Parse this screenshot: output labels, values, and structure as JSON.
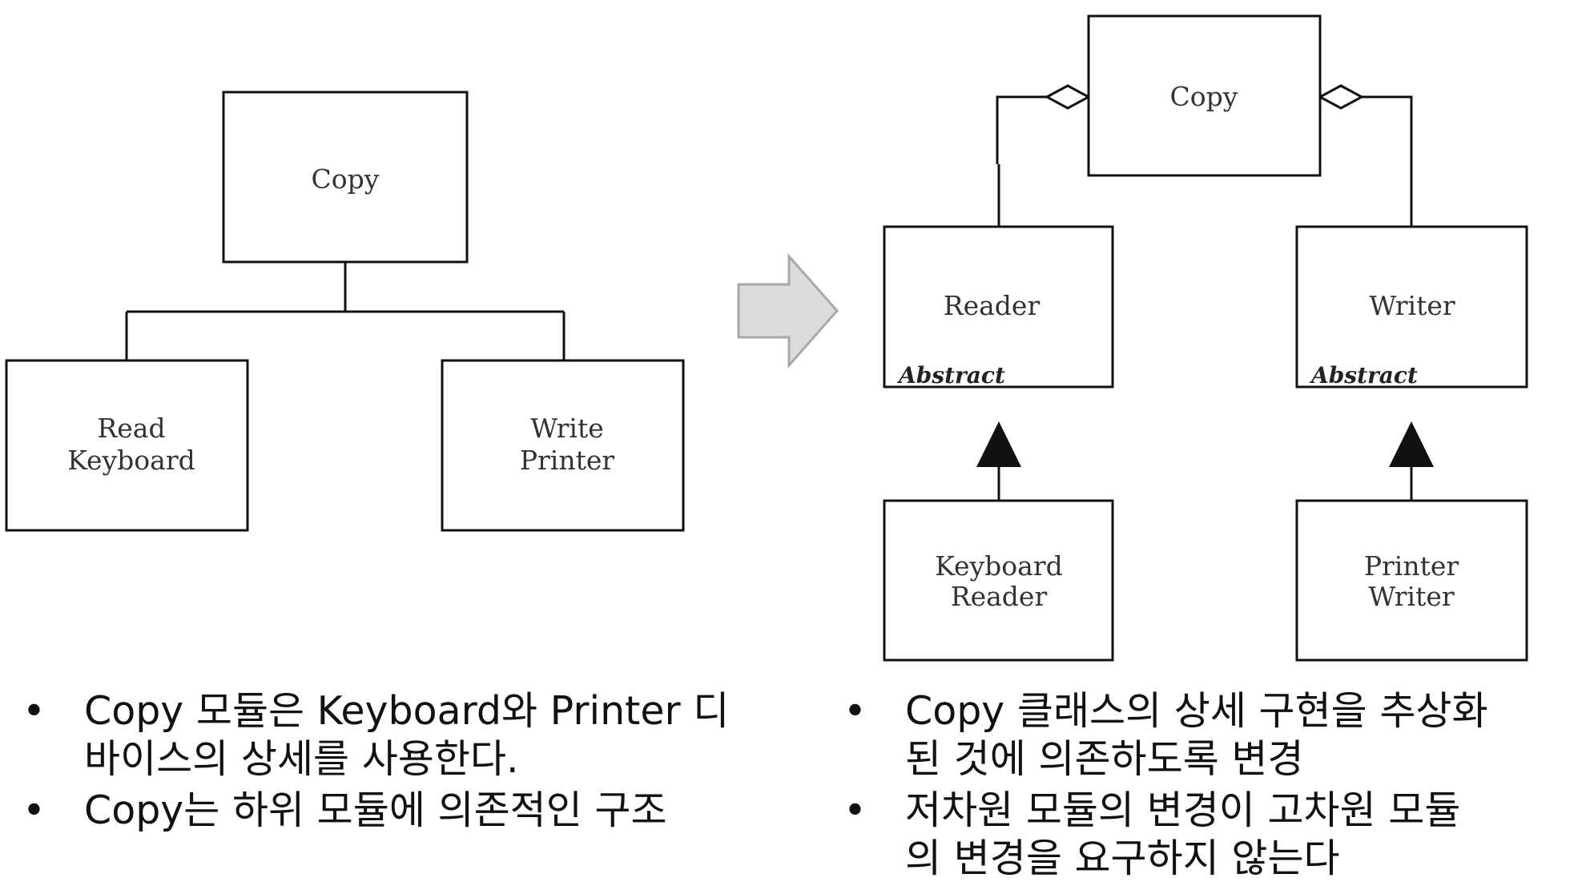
{
  "colors": {
    "line": "#111111",
    "arrow_fill": "#dcdcdc",
    "arrow_stroke": "#a8a8a8",
    "text": "#333333"
  },
  "left_diagram": {
    "copy": "Copy",
    "read_keyboard": [
      "Read",
      "Keyboard"
    ],
    "write_printer": [
      "Write",
      "Printer"
    ]
  },
  "right_diagram": {
    "copy": "Copy",
    "reader": "Reader",
    "writer": "Writer",
    "abstract_reader": "Abstract",
    "abstract_writer": "Abstract",
    "keyboard_reader": [
      "Keyboard",
      "Reader"
    ],
    "printer_writer": [
      "Printer",
      "Writer"
    ]
  },
  "left_notes": [
    {
      "bullet": "•",
      "lines": [
        "Copy 모듈은 Keyboard와 Printer 디",
        "바이스의 상세를 사용한다."
      ]
    },
    {
      "bullet": "•",
      "lines": [
        "Copy는 하위 모듈에 의존적인 구조"
      ]
    }
  ],
  "right_notes": [
    {
      "bullet": "•",
      "lines": [
        "Copy 클래스의 상세 구현을 추상화",
        "된 것에 의존하도록 변경"
      ]
    },
    {
      "bullet": "•",
      "lines": [
        "저차원 모듈의 변경이 고차원 모듈",
        "의 변경을 요구하지 않는다"
      ]
    }
  ]
}
